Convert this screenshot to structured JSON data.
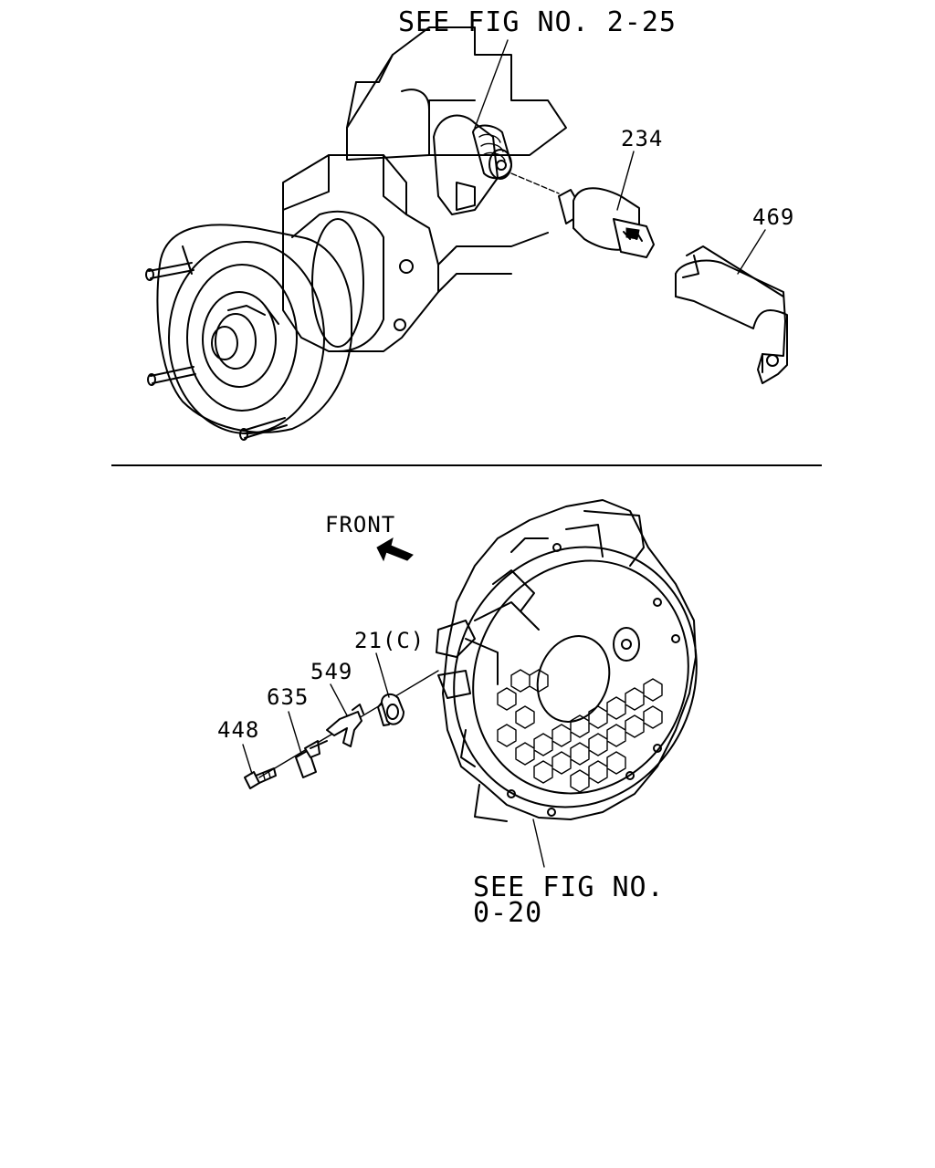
{
  "upper": {
    "ref_top": "SEE FIG NO. 2-25",
    "callouts": {
      "sensor": "234",
      "shield": "469"
    }
  },
  "lower": {
    "direction": "FRONT",
    "callouts": {
      "washer_plate": "21(C)",
      "clip": "549",
      "sensor": "635",
      "bolt": "448"
    },
    "ref_bottom_line1": "SEE FIG NO.",
    "ref_bottom_line2": "0-20"
  },
  "icons": {
    "front_arrow": "arrow-up-left-icon"
  }
}
